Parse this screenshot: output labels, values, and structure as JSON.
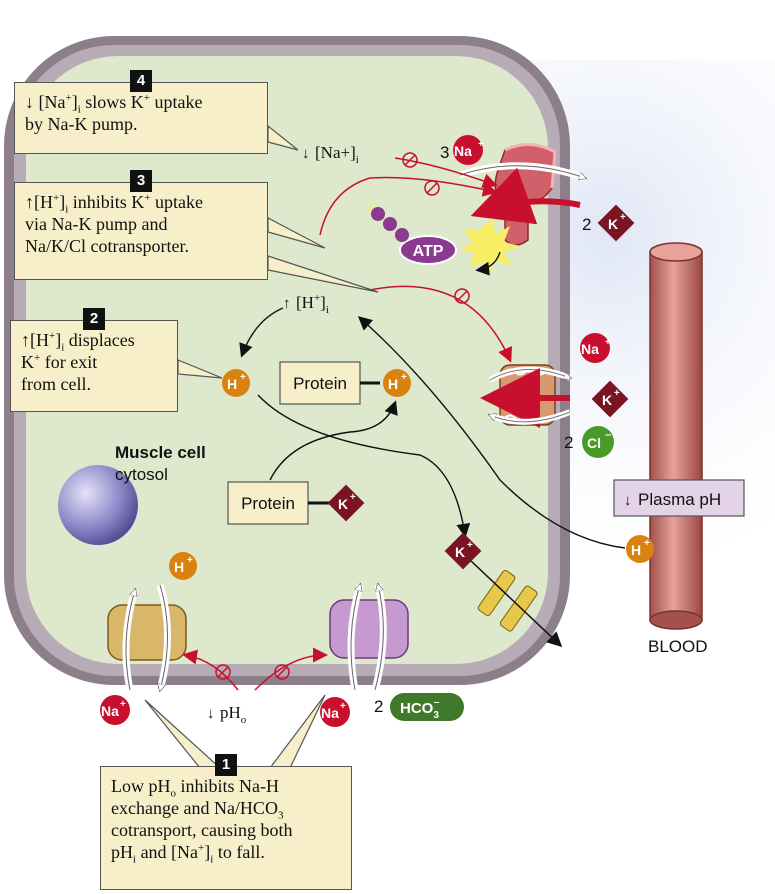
{
  "callouts": {
    "c1": {
      "number": "1",
      "lines": [
        "Low pH",
        "o",
        " inhibits Na-H",
        "exchange and Na/HCO",
        "3",
        "cotransport, causing both",
        "pH",
        "i",
        " and [Na",
        "+",
        "]",
        "i",
        " to fall."
      ]
    },
    "c2": {
      "number": "2",
      "text_a": "[H",
      "text_b": "+",
      "text_c": "]",
      "text_d": "i",
      "text_e": " displaces",
      "line2": "K",
      "line2_sup": "+",
      "line2_rest": " for exit",
      "line3": "from cell."
    },
    "c3": {
      "number": "3",
      "l1a": "[H",
      "l1b": "+",
      "l1c": "]",
      "l1d": "i",
      "l1e": " inhibits K",
      "l1f": "+",
      "l1g": " uptake",
      "l2": "via Na-K pump and",
      "l3": "Na/K/Cl cotransporter."
    },
    "c4": {
      "number": "4",
      "l1a": "[Na",
      "l1b": "+",
      "l1c": "]",
      "l1d": "i",
      "l1e": " slows K",
      "l1f": "+",
      "l1g": " uptake",
      "l2": "by Na-K pump."
    }
  },
  "labels": {
    "muscle_cell": "Muscle cell",
    "cytosol": "cytosol",
    "protein": "Protein",
    "plasma_ph": "Plasma pH",
    "blood": "BLOOD",
    "atp": "ATP",
    "na_i": "[Na+]",
    "na_i_sub": "i",
    "h_i": "[H",
    "h_i_sup": "+",
    "h_i_close": "]",
    "h_i_sub": "i",
    "ph_o": "pH",
    "ph_o_sub": "o",
    "three": "3",
    "two": "2",
    "two_b": "2",
    "two_c": "2"
  },
  "ions": {
    "na": "Na",
    "k": "K",
    "h": "H",
    "cl": "Cl",
    "plus": "+",
    "minus": "–",
    "hco3": "HCO",
    "hco3_sub": "3",
    "hco3_sup": "–"
  },
  "colors": {
    "cytosol": "#dde8cc",
    "membrane": "#8c7f8a",
    "membrane_light": "#b7abb5",
    "na_red": "#c8102e",
    "k_maroon": "#7a1322",
    "h_orange": "#d9820f",
    "cl_green": "#4a9a2a",
    "hco3_green": "#3f7a2a",
    "blood_vessel": "#c9746f",
    "callout_bg": "#f7efc9",
    "atp_purple": "#8b3a8f",
    "arrow_red": "#c8102e"
  }
}
